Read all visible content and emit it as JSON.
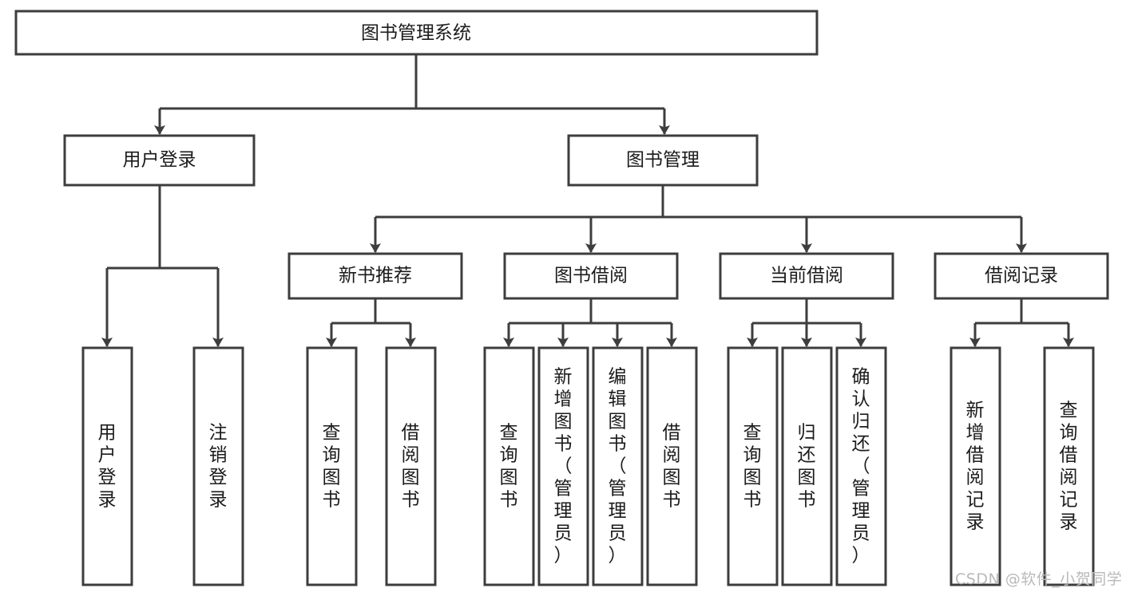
{
  "diagram": {
    "title": "图书管理系统",
    "watermark": "CSDN @软件_小贺同学",
    "colors": {
      "stroke": "#3d3d3d",
      "box_fill": "#ffffff",
      "text": "#1b1b1b",
      "watermark": "#b9b9b9",
      "background": "#ffffff"
    },
    "root": {
      "label": "图书管理系统"
    },
    "level1": [
      {
        "label": "用户登录"
      },
      {
        "label": "图书管理"
      }
    ],
    "level2": [
      {
        "label": "新书推荐"
      },
      {
        "label": "图书借阅"
      },
      {
        "label": "当前借阅"
      },
      {
        "label": "借阅记录"
      }
    ],
    "leaves": {
      "user_login": [
        {
          "label": "用户登录"
        },
        {
          "label": "注销登录"
        }
      ],
      "new_book_recommend": [
        {
          "label": "查询图书"
        },
        {
          "label": "借阅图书"
        }
      ],
      "book_borrow": [
        {
          "label": "查询图书"
        },
        {
          "label": "新增图书（管理员）"
        },
        {
          "label": "编辑图书（管理员）"
        },
        {
          "label": "借阅图书"
        }
      ],
      "current_borrow": [
        {
          "label": "查询图书"
        },
        {
          "label": "归还图书"
        },
        {
          "label": "确认归还（管理员）"
        }
      ],
      "borrow_record": [
        {
          "label": "新增借阅记录"
        },
        {
          "label": "查询借阅记录"
        }
      ]
    }
  }
}
